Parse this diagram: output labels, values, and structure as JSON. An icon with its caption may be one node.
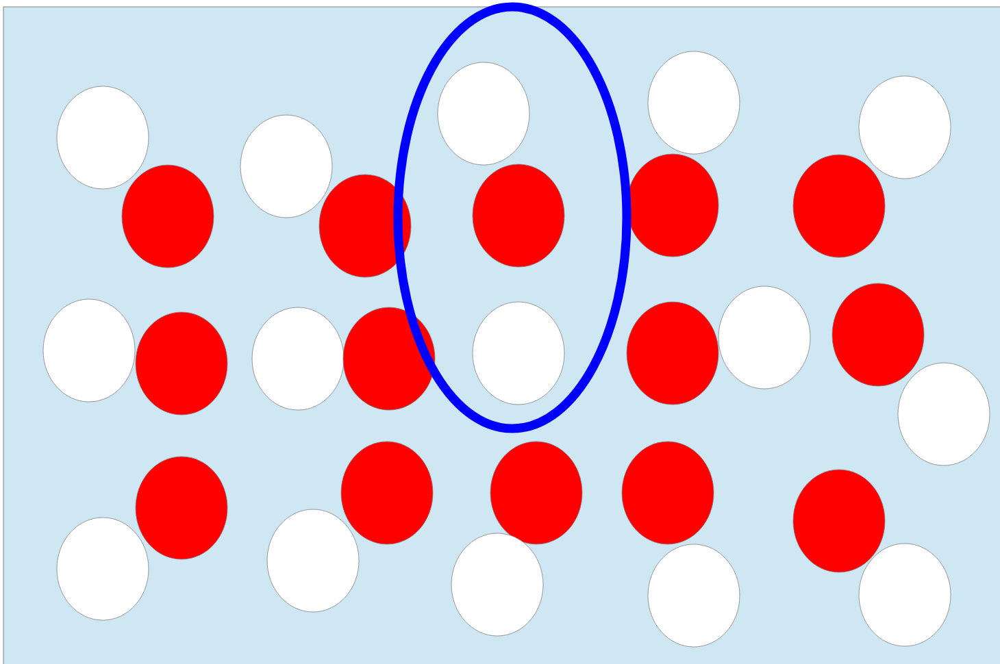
{
  "diagram": {
    "nodes": [
      {
        "text": [],
        "shape": "ellipse"
      },
      {
        "text": [],
        "shape": "circle"
      },
      {
        "text": [],
        "shape": "circle"
      },
      {
        "text": [],
        "shape": "circle"
      },
      {
        "text": [],
        "shape": "circle"
      },
      {
        "text": [],
        "shape": "circle",
        "in": 0
      },
      {
        "text": [],
        "shape": "circle",
        "in": 0
      },
      {
        "text": [],
        "shape": "circle"
      },
      {
        "text": [],
        "shape": "circle"
      },
      {
        "text": [],
        "shape": "circle"
      },
      {
        "text": [],
        "shape": "circle"
      },
      {
        "text": [],
        "shape": "circle"
      },
      {
        "text": [],
        "shape": "circle"
      },
      {
        "text": [],
        "shape": "circle"
      },
      {
        "text": [],
        "shape": "circle"
      },
      {
        "text": [],
        "shape": "circle",
        "in": 0
      },
      {
        "text": [],
        "shape": "circle"
      },
      {
        "text": [],
        "shape": "circle"
      },
      {
        "text": [],
        "shape": "circle"
      },
      {
        "text": [],
        "shape": "circle"
      },
      {
        "text": [],
        "shape": "circle"
      },
      {
        "text": [],
        "shape": "circle"
      },
      {
        "text": [],
        "shape": "circle"
      },
      {
        "text": [],
        "shape": "circle"
      },
      {
        "text": [],
        "shape": "circle"
      },
      {
        "text": [],
        "shape": "circle"
      },
      {
        "text": [],
        "shape": "circle"
      },
      {
        "text": [],
        "shape": "circle"
      },
      {
        "text": [],
        "shape": "circle"
      },
      {
        "text": [],
        "shape": "circle"
      }
    ]
  }
}
